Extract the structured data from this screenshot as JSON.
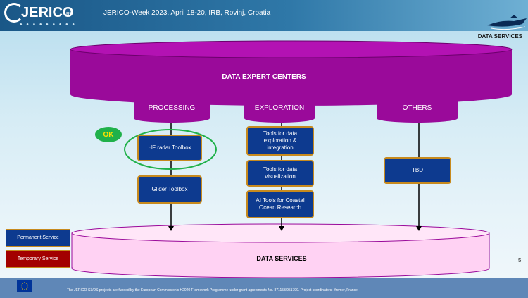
{
  "header": {
    "title": "JERICO-Week 2023, April 18-20, IRB, Rovinj, Croatia",
    "logo": "JERICO",
    "logo_suffix": "RI"
  },
  "top_right_title": "DATA SERVICES",
  "cylinders": {
    "top_label": "DATA EXPERT CENTERS",
    "bottom_label": "DATA SERVICES"
  },
  "columns": [
    {
      "label": "PROCESSING"
    },
    {
      "label": "EXPLORATION"
    },
    {
      "label": "OTHERS"
    }
  ],
  "boxes": {
    "hf_radar": "HF radar Toolbox",
    "glider": "Glider Toolbox",
    "tools_exploration": "Tools for data exploration & integration",
    "tools_visualization": "Tools for data visualization",
    "ai_tools": "AI Tools for Coastal Ocean Research",
    "tbd": "TBD"
  },
  "ok_badge": "OK",
  "legend": {
    "permanent": "Permanent Service",
    "temporary": "Temporary Service"
  },
  "page_number": "5",
  "footer": {
    "text": "The JERICO-S3/DS projects are funded by the European Commission’s H2020 Framework Programme under grant agreements No. 871153/951799. Project coordinators: Ifremer, France."
  },
  "colors": {
    "magenta": "#9a0a9a",
    "pink": "#ffcdf2",
    "navy": "#0d3a8f",
    "border_gold": "#c78a1e",
    "ok_green": "#20b14a",
    "temporary_red": "#a30000",
    "footer_blue": "#5f87b7"
  }
}
